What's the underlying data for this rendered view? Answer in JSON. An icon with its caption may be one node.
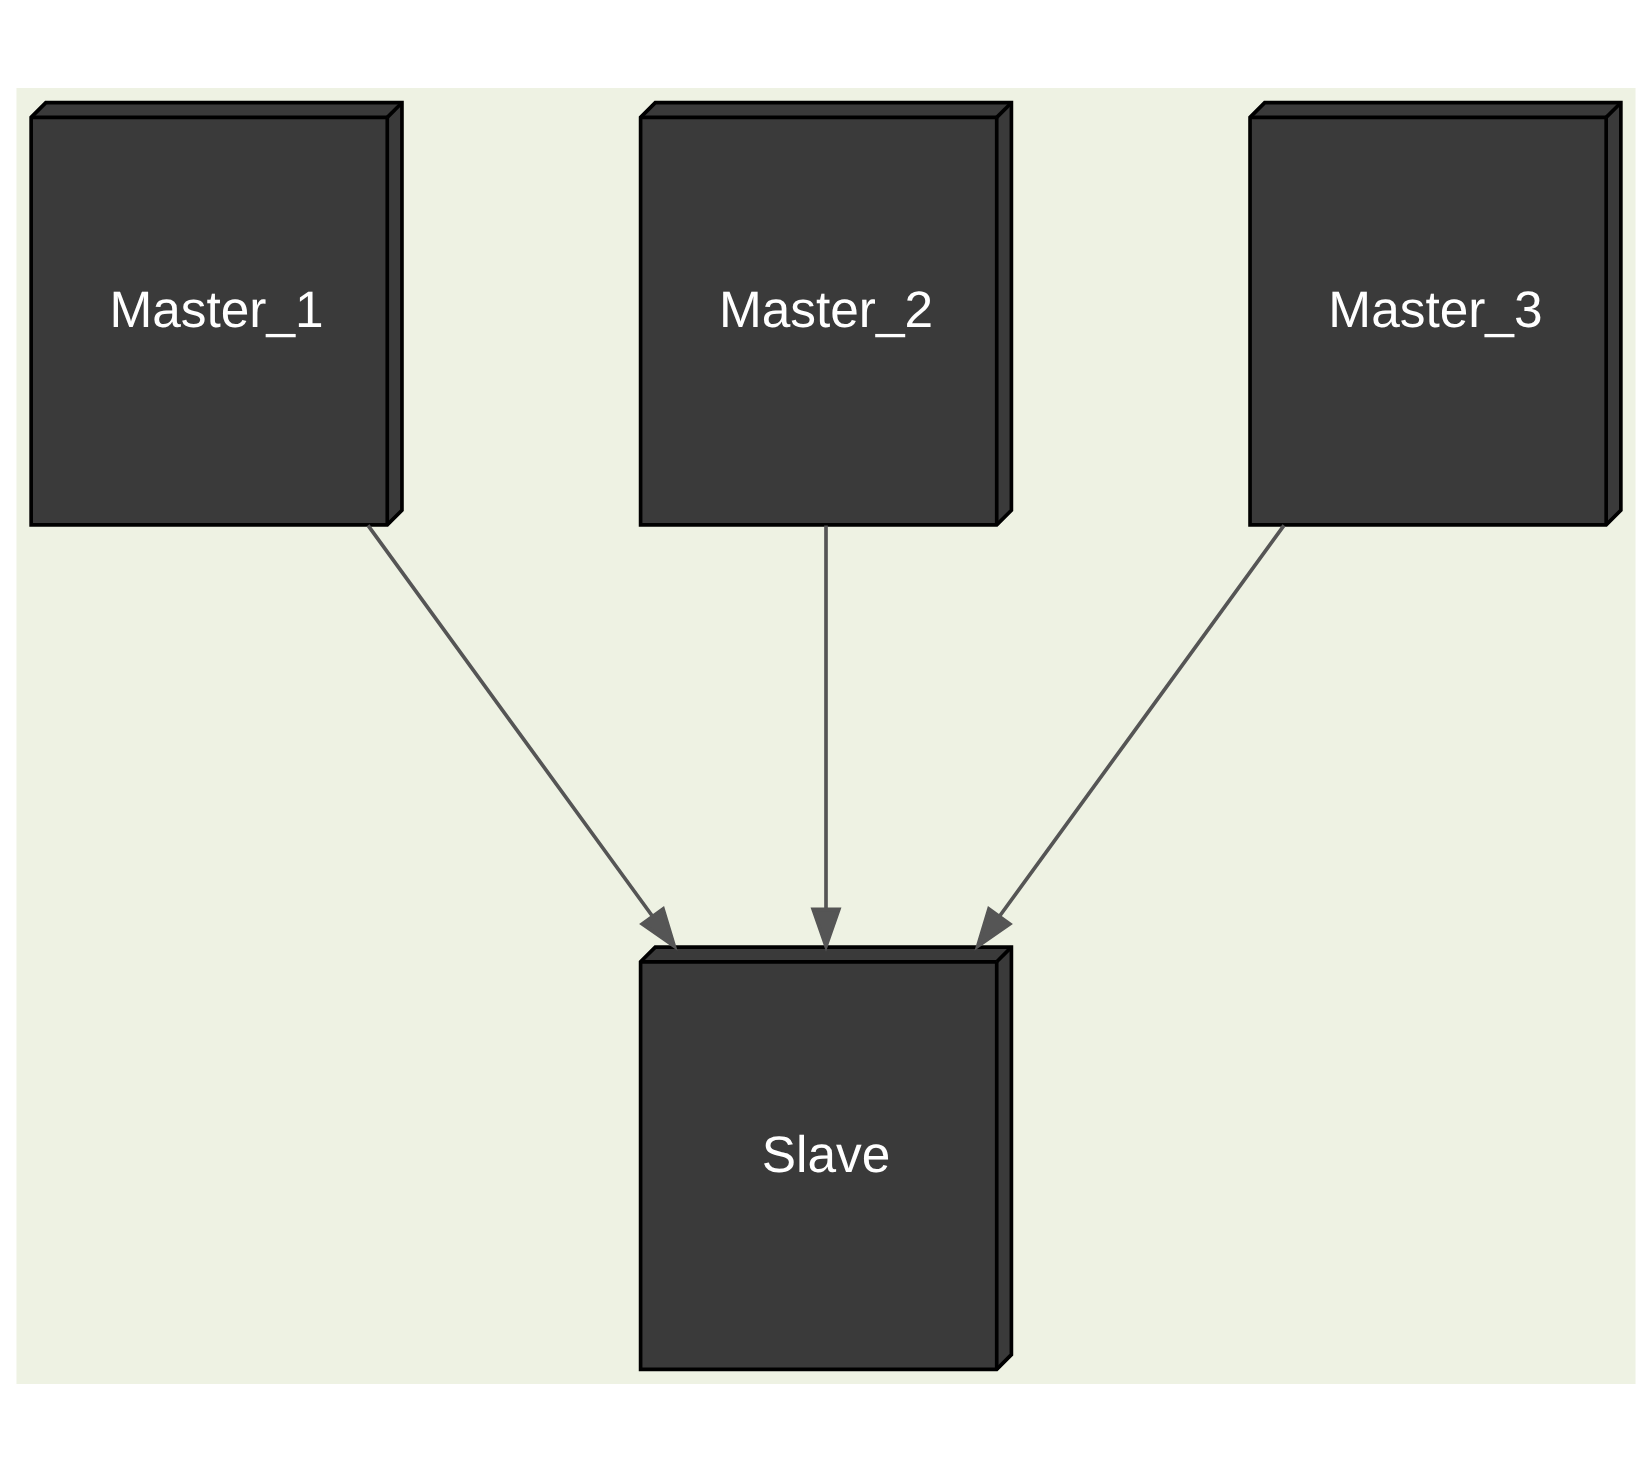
{
  "diagram": {
    "nodes": [
      {
        "text": [
          "Master_1"
        ]
      },
      {
        "text": [
          "Master_2"
        ]
      },
      {
        "text": [
          "Master_3"
        ]
      },
      {
        "text": [
          "Slave"
        ]
      }
    ],
    "edges": [
      {
        "from": 0,
        "to": 3,
        "arrow": "to"
      },
      {
        "from": 1,
        "to": 3,
        "arrow": "to"
      },
      {
        "from": 2,
        "to": 3,
        "arrow": "to"
      }
    ]
  }
}
